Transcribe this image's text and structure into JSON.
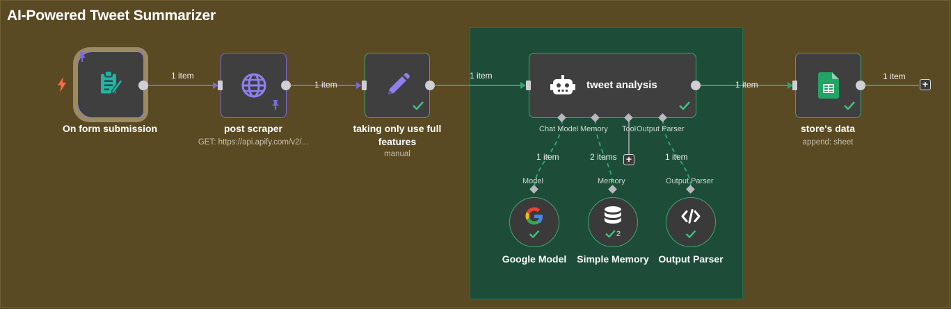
{
  "workflow": {
    "title": "AI-Powered Tweet Summarizer"
  },
  "colors": {
    "canvas": "#5a4a23",
    "group": "#1d4d38",
    "accent_purple": "#7b6be0",
    "accent_green": "#3aa873",
    "trigger_icon": "#1fb5a4",
    "sheets_icon": "#21a464"
  },
  "nodes": {
    "trigger": {
      "label": "On form submission",
      "icon": "form-icon",
      "status": "pinned"
    },
    "post_scraper": {
      "label": "post scraper",
      "sublabel": "GET: https://api.apify.com/v2/...",
      "icon": "globe-icon",
      "status": "pinned"
    },
    "edit_fields": {
      "label_line1": "taking only use full",
      "label_line2": "features",
      "sublabel": "manual",
      "icon": "pencil-icon",
      "status": "success"
    },
    "agent": {
      "label": "tweet analysis",
      "icon": "robot-icon",
      "status": "success",
      "ports": {
        "chat_model": "Chat Model",
        "memory": "Memory",
        "tool": "Tool",
        "output_parser": "Output Parser"
      }
    },
    "sheets": {
      "label": "store's data",
      "sublabel": "append: sheet",
      "icon": "google-sheets-icon",
      "status": "success"
    }
  },
  "edges": {
    "e1": "1 item",
    "e2": "1 item",
    "e3": "1 item",
    "e4": "1 item",
    "e5": "1 item",
    "model": "1 item",
    "memory": "2 items",
    "parser": "1 item"
  },
  "subnodes": {
    "google_model": {
      "label": "Google Model",
      "port": "Model",
      "icon": "google-icon"
    },
    "simple_memory": {
      "label": "Simple Memory",
      "port": "Memory",
      "icon": "database-icon",
      "count": "2"
    },
    "output_parser": {
      "label": "Output Parser",
      "port": "Output Parser",
      "icon": "code-icon"
    }
  }
}
